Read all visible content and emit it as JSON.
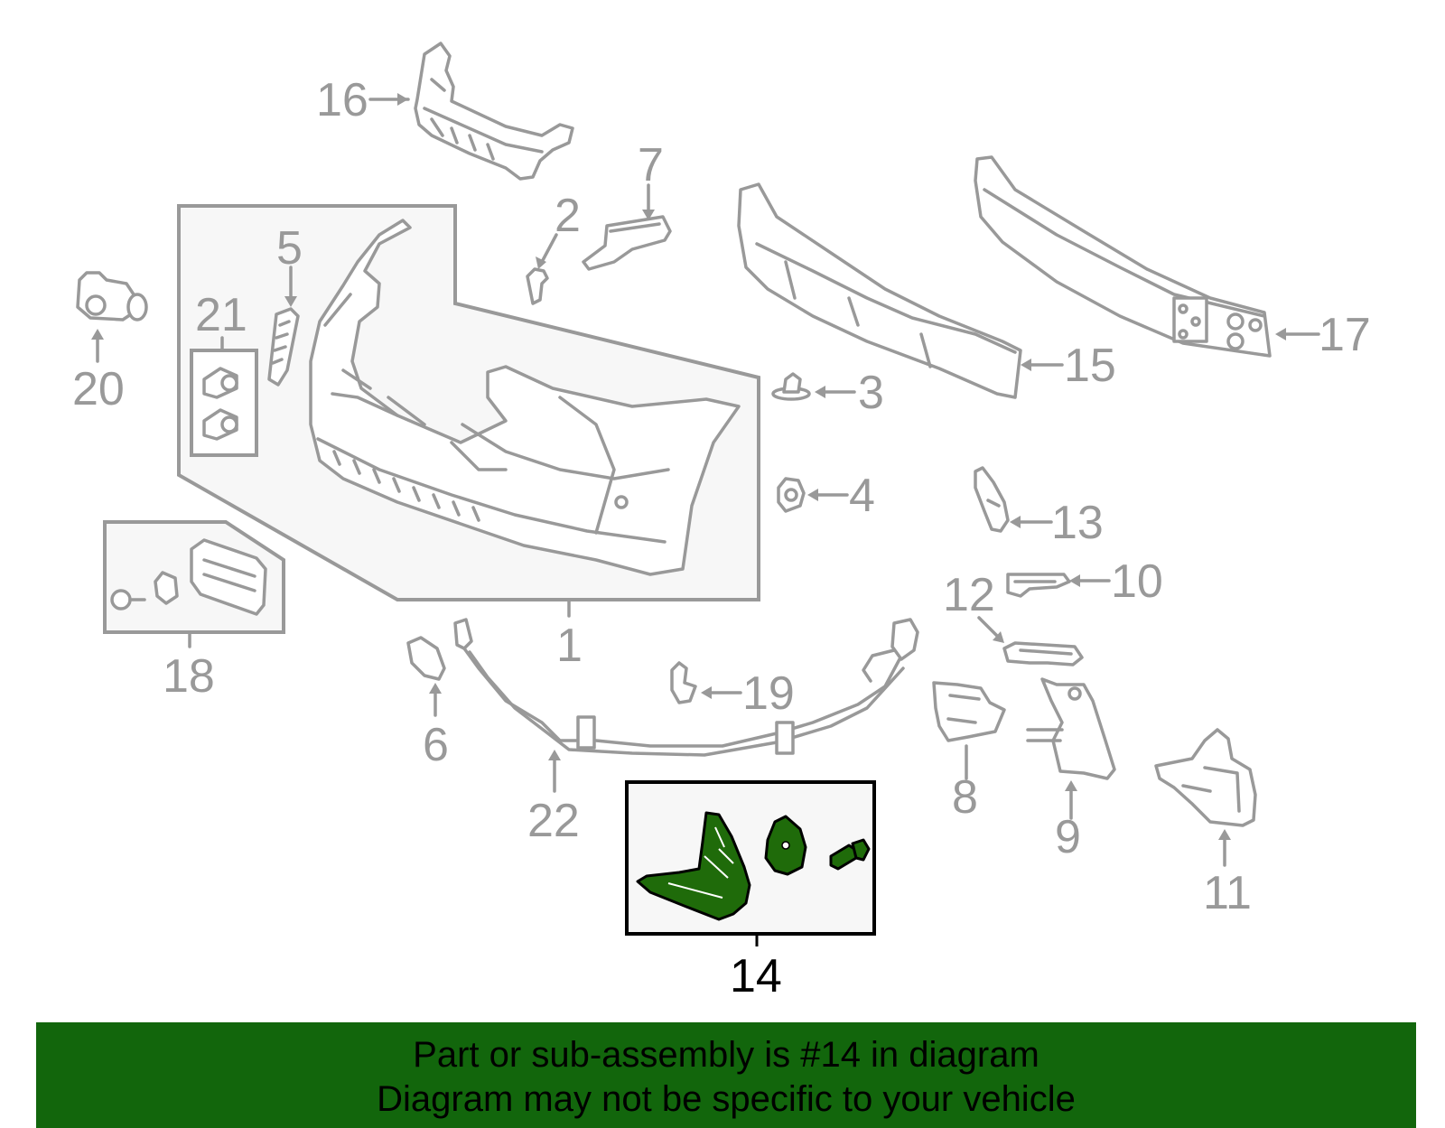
{
  "colors": {
    "line": "#999999",
    "highlight_fill": "#1f6b0a",
    "highlight_stroke": "#000000",
    "banner_bg": "#12660c",
    "banner_text": "#000000",
    "box_fill": "#f7f7f7"
  },
  "highlighted_part": "14",
  "labels": {
    "p1": "1",
    "p2": "2",
    "p3": "3",
    "p4": "4",
    "p5": "5",
    "p6": "6",
    "p7": "7",
    "p8": "8",
    "p9": "9",
    "p10": "10",
    "p11": "11",
    "p12": "12",
    "p13": "13",
    "p14": "14",
    "p15": "15",
    "p16": "16",
    "p17": "17",
    "p18": "18",
    "p19": "19",
    "p20": "20",
    "p21": "21",
    "p22": "22"
  },
  "banner": {
    "line1": "Part or sub-assembly is #14 in diagram",
    "line2": "Diagram may not be specific to your vehicle"
  }
}
